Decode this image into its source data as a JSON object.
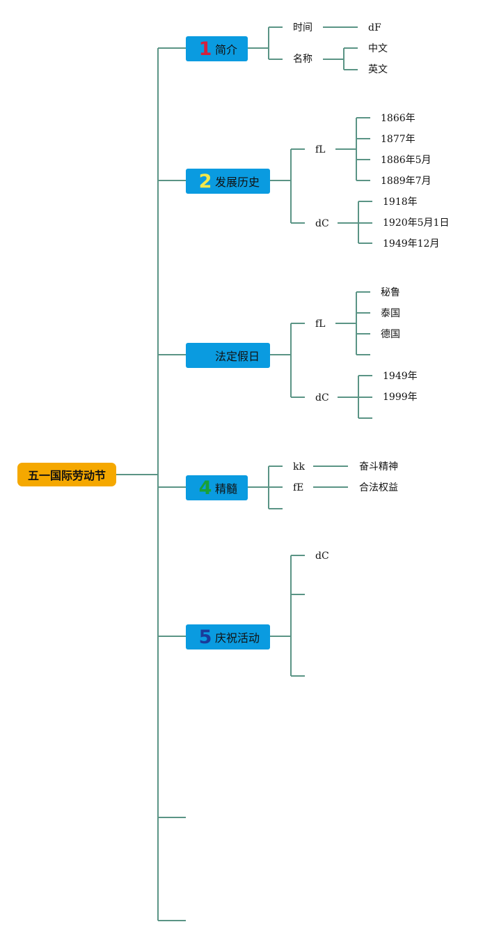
{
  "root": {
    "label": "五一国际劳动节"
  },
  "branches": [
    {
      "num": "1",
      "num_color": "#d4213d",
      "label": "简介"
    },
    {
      "num": "2",
      "num_color": "#f2e84b",
      "label": "发展历史"
    },
    {
      "num": "",
      "num_color": "#0a9be0",
      "label": "法定假日"
    },
    {
      "num": "4",
      "num_color": "#19a038",
      "label": "精髓"
    },
    {
      "num": "5",
      "num_color": "#1a3a9a",
      "label": "庆祝活动"
    }
  ],
  "intro": {
    "time": "时间",
    "time_value": "dF",
    "name": "名称",
    "name_values": [
      "中文",
      "英文"
    ]
  },
  "history": {
    "g1": "fL",
    "g1_items": [
      "1866年",
      "1877年",
      "1886年5月",
      "1889年7月"
    ],
    "g2": "dC",
    "g2_items": [
      "1918年",
      "1920年5月1日",
      "1949年12月"
    ]
  },
  "holiday": {
    "g1": "fL",
    "g1_items": [
      "秘鲁",
      "泰国",
      "德国"
    ],
    "g2": "dC",
    "g2_items": [
      "1949年",
      "1999年"
    ]
  },
  "essence": {
    "k1": "kk",
    "v1": "奋斗精神",
    "k2": "fE",
    "v2": "合法权益"
  },
  "celebration": {
    "g1": "dC"
  },
  "colors": {
    "line": "#5a9485",
    "root_bg": "#f5a800",
    "main_bg": "#0a9be0"
  }
}
